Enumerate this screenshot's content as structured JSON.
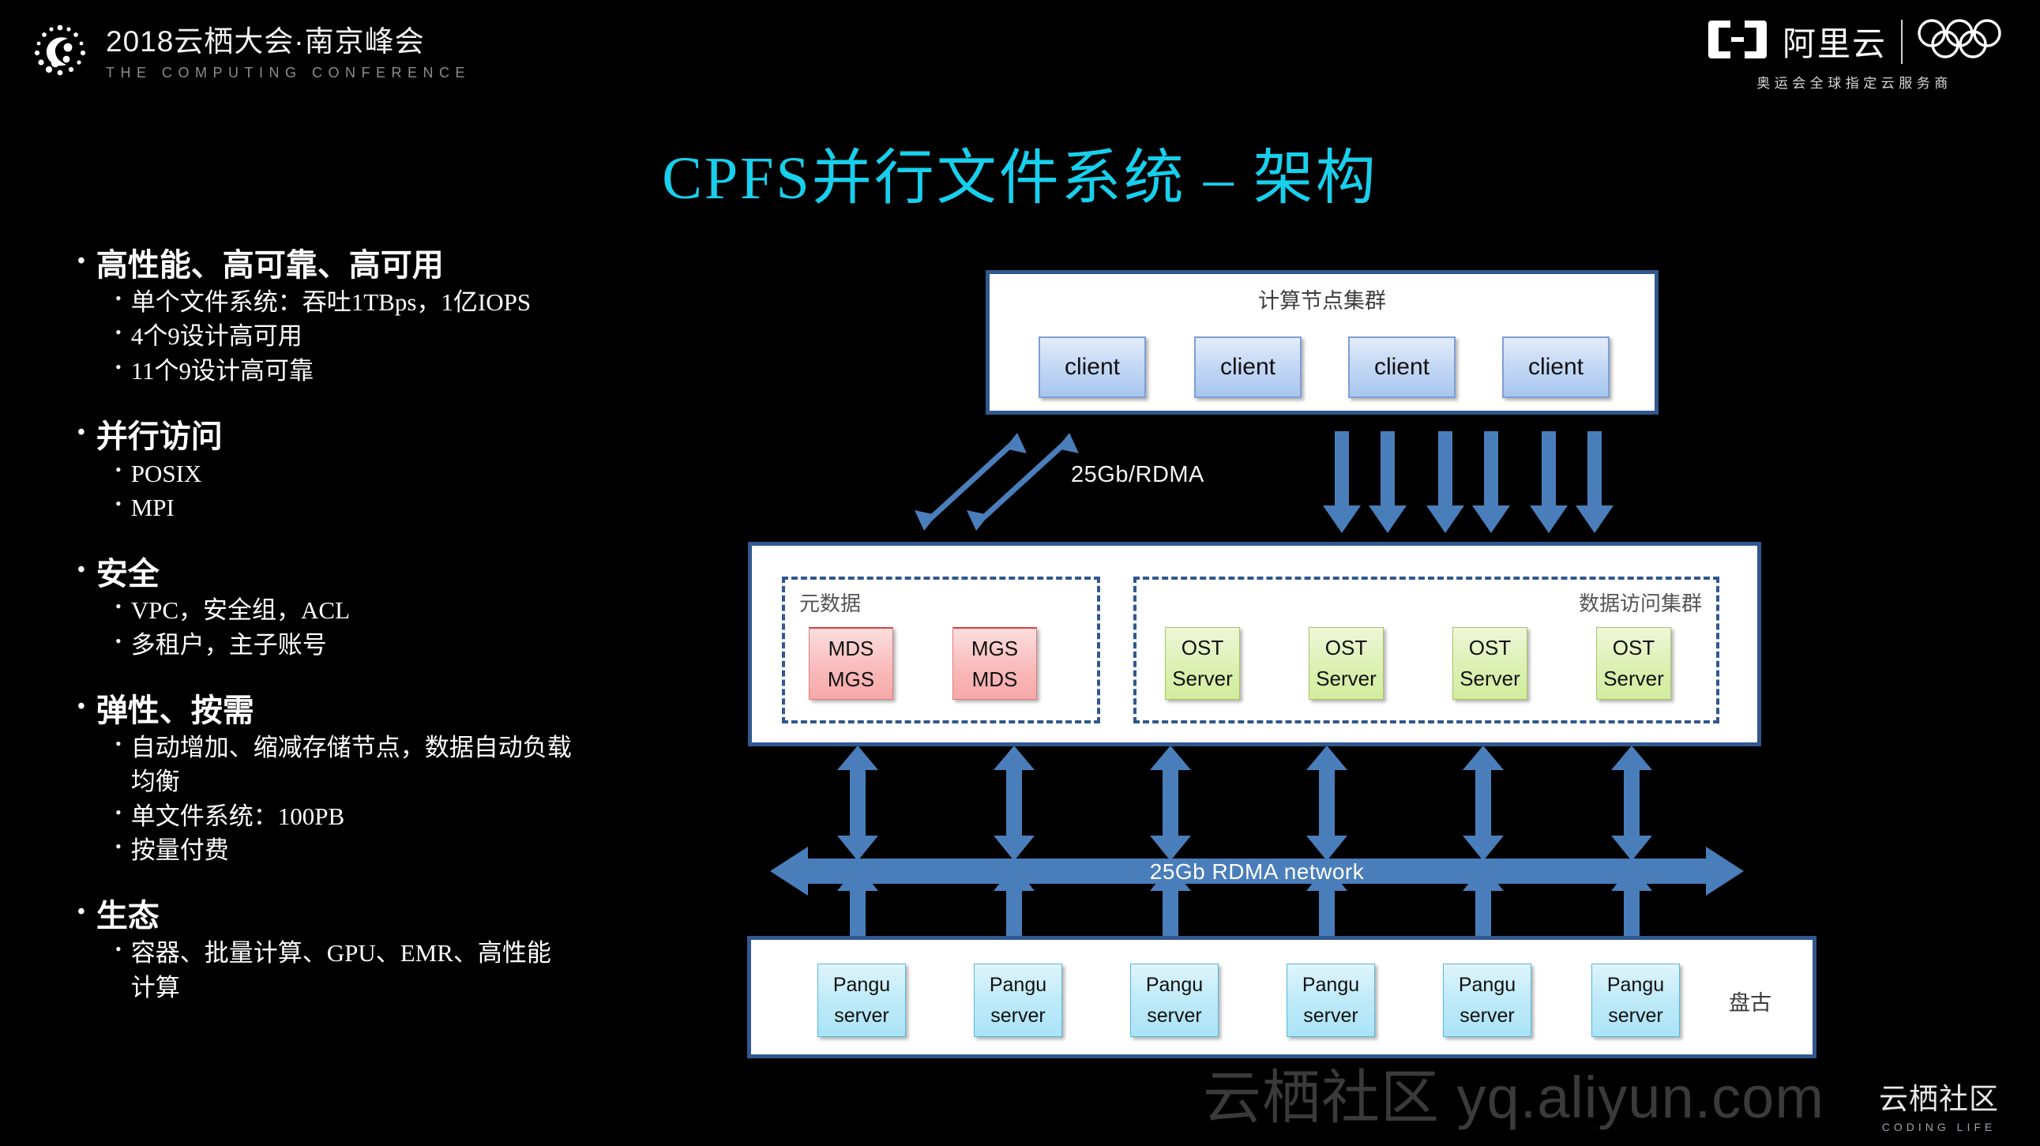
{
  "header": {
    "brand_left": {
      "logo_icon": "conference-dots-logo-icon",
      "title": "2018云栖大会·南京峰会",
      "subtitle": "THE COMPUTING CONFERENCE"
    },
    "brand_right": {
      "aliyun_mark_icon": "aliyun-bracket-logo-icon",
      "aliyun_label": "阿里云",
      "olympic_rings_icon": "olympic-rings-icon",
      "tagline": "奥运会全球指定云服务商"
    }
  },
  "title": "CPFS并行文件系统 – 架构",
  "bullets": [
    {
      "heading": "高性能、高可靠、高可用",
      "items": [
        "单个文件系统：吞吐1TBps，1亿IOPS",
        "4个9设计高可用",
        "11个9设计高可靠"
      ]
    },
    {
      "heading": "并行访问",
      "items": [
        "POSIX",
        "MPI"
      ]
    },
    {
      "heading": "安全",
      "items": [
        "VPC，安全组，ACL",
        "多租户，主子账号"
      ]
    },
    {
      "heading": "弹性、按需",
      "items": [
        "自动增加、缩减存储节点，数据自动负载均衡",
        "单文件系统：100PB",
        "按量付费"
      ]
    },
    {
      "heading": "生态",
      "items": [
        "容器、批量计算、GPU、EMR、高性能计算"
      ]
    }
  ],
  "diagram": {
    "compute_cluster": {
      "title": "计算节点集群",
      "nodes": [
        "client",
        "client",
        "client",
        "client"
      ]
    },
    "link_label": "25Gb/RDMA",
    "storage_cluster": {
      "metadata_group": {
        "label": "元数据",
        "nodes": [
          {
            "line1": "MDS",
            "line2": "MGS"
          },
          {
            "line1": "MGS",
            "line2": "MDS"
          }
        ]
      },
      "data_group": {
        "label": "数据访问集群",
        "nodes": [
          {
            "line1": "OST",
            "line2": "Server"
          },
          {
            "line1": "OST",
            "line2": "Server"
          },
          {
            "line1": "OST",
            "line2": "Server"
          },
          {
            "line1": "OST",
            "line2": "Server"
          }
        ]
      }
    },
    "network_bar": "25Gb RDMA network",
    "pangu_cluster": {
      "label": "盘古",
      "nodes": [
        {
          "line1": "Pangu",
          "line2": "server"
        },
        {
          "line1": "Pangu",
          "line2": "server"
        },
        {
          "line1": "Pangu",
          "line2": "server"
        },
        {
          "line1": "Pangu",
          "line2": "server"
        },
        {
          "line1": "Pangu",
          "line2": "server"
        },
        {
          "line1": "Pangu",
          "line2": "server"
        }
      ]
    }
  },
  "watermark": {
    "text": "云栖社区 yq.aliyun.com",
    "logo_cn": "云栖社区",
    "logo_x": "区",
    "logo_sub": "CODING LIFE"
  },
  "colors": {
    "background": "#000000",
    "title_cyan": "#18cfec",
    "panel_border": "#31588f",
    "arrow_blue": "#4a7ebb",
    "client_blue": "#a8c6ee",
    "mds_red": "#f7a8a8",
    "ost_green": "#d3ec9e",
    "pangu_cyan": "#aae4f7"
  }
}
